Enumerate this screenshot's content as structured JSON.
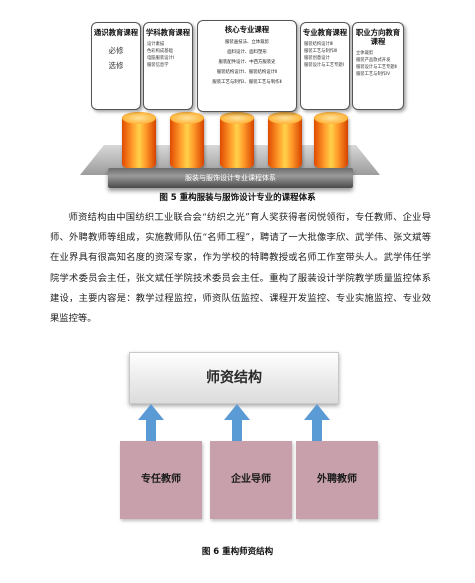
{
  "figure5": {
    "cards": {
      "general": {
        "title": "通识教育课程",
        "items": [
          "必修",
          "选修"
        ]
      },
      "subject": {
        "title": "学科教育课程",
        "items": [
          "设计素描",
          "色彩构成基础",
          "电脑服装设计Ⅰ",
          "服装信息学"
        ]
      },
      "core": {
        "title": "核心专业课程",
        "items": [
          "服装画技法、立体裁剪",
          "面料设计、面料塑形",
          "服装配件设计、中西方服装史",
          "服装结构设计Ⅰ、服装结构设计Ⅱ",
          "服装工艺与制作Ⅰ、服装工艺与制作Ⅱ"
        ]
      },
      "specialty": {
        "title": "专业教育课程",
        "items": [
          "服装结构设计Ⅲ",
          "服装工艺与制作Ⅲ",
          "服装创意设计",
          "服装设计与工艺专题Ⅰ"
        ]
      },
      "career": {
        "title": "职业方向教育课程",
        "items": [
          "立体裁剪",
          "服装产品款式开发",
          "服装设计与工艺专题Ⅱ",
          "服装工艺与制作Ⅳ"
        ]
      }
    },
    "base_label": "服装与服饰设计专业课程体系",
    "caption": "图 5  重构服装与服饰设计专业的课程体系"
  },
  "body_text": "师资结构由中国纺织工业联合会“纺织之光”育人奖获得者闵悦领衔，专任教师、企业导师、外聘教师等组成，实施教师队伍“名师工程”，聘请了一大批像李欣、武学伟、张文斌等在业界具有很高知名度的资深专家，作为学校的特聘教授或名师工作室带头人。武学伟任学院学术委员会主任，张文斌任学院技术委员会主任。重构了服装设计学院教学质量监控体系建设，主要内容是：教学过程监控，师资队伍监控、课程开发监控、专业实施监控、专业效果监控等。",
  "figure6": {
    "top_label": "师资结构",
    "boxes": [
      "专任教师",
      "企业导师",
      "外聘教师"
    ],
    "caption": "图 6  重构师资结构",
    "arrow_color": "#5b9bd5",
    "box_color": "#c7a0ab"
  }
}
